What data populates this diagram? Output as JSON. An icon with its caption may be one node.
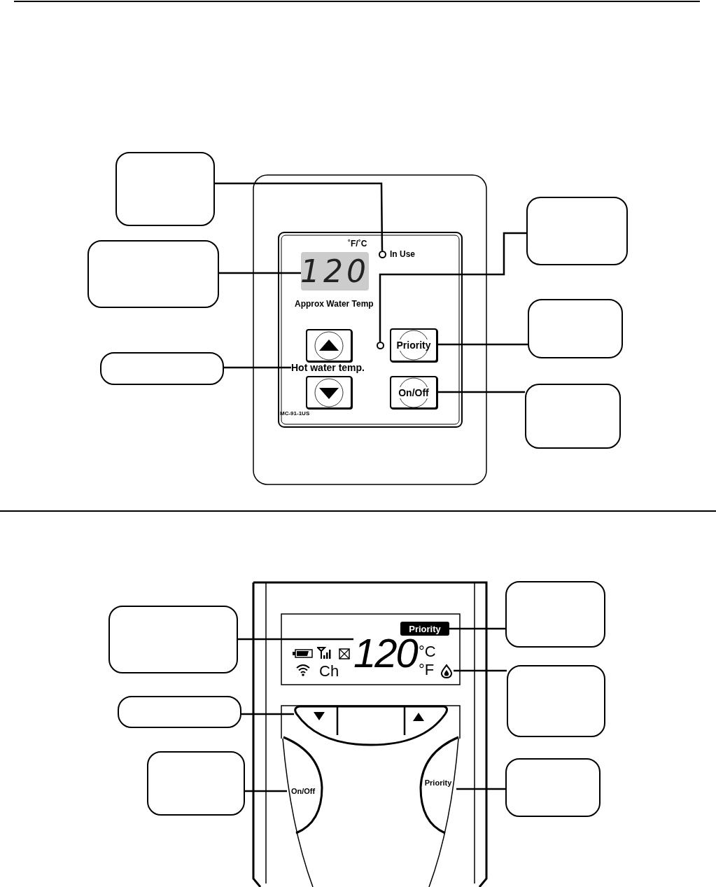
{
  "diagram": {
    "nodes": [
      {
        "text": [],
        "shape": "box"
      },
      {
        "text": [],
        "shape": "box"
      },
      {
        "text": [],
        "shape": "box"
      },
      {
        "text": [],
        "shape": "box"
      },
      {
        "text": [],
        "shape": "box"
      },
      {
        "text": [],
        "shape": "box"
      },
      {
        "text": [],
        "shape": "circle"
      },
      {
        "text": [
          "120"
        ]
      },
      {
        "text": [],
        "shape": "circle"
      },
      {
        "text": [
          "Hot water temp."
        ]
      },
      {
        "text": [
          "Priority"
        ]
      },
      {
        "text": [
          "On/Off"
        ]
      },
      {
        "text": [],
        "shape": "box"
      },
      {
        "text": [],
        "shape": "box"
      },
      {
        "text": [],
        "shape": "box"
      },
      {
        "text": [],
        "shape": "box"
      },
      {
        "text": [],
        "shape": "box"
      },
      {
        "text": [],
        "shape": "box"
      },
      {
        "text": [
          "Priority"
        ]
      },
      {
        "text": [
          "120"
        ]
      },
      {
        "text": [],
        "shape": "flame"
      },
      {
        "text": [],
        "shape": "button"
      },
      {
        "text": [
          "On/Off"
        ]
      },
      {
        "text": [
          "Priority"
        ]
      },
      {
        "text": [],
        "shape": "button"
      },
      {
        "text": [],
        "shape": "button"
      },
      {
        "text": [],
        "shape": "button"
      }
    ],
    "edges": [
      {
        "from": 0,
        "to": 6,
        "arrow": "none"
      },
      {
        "from": 2,
        "to": 7,
        "arrow": "none"
      },
      {
        "from": 4,
        "to": 9,
        "arrow": "none"
      },
      {
        "from": 1,
        "to": 8,
        "arrow": "none"
      },
      {
        "from": 3,
        "to": 10,
        "arrow": "none"
      },
      {
        "from": 5,
        "to": 11,
        "arrow": "none"
      },
      {
        "from": 13,
        "to": 19,
        "arrow": "none"
      },
      {
        "from": 15,
        "to": 21,
        "arrow": "none"
      },
      {
        "from": 16,
        "to": 22,
        "arrow": "none"
      },
      {
        "from": 12,
        "to": 18,
        "arrow": "none"
      },
      {
        "from": 14,
        "to": 20,
        "arrow": "none"
      },
      {
        "from": 17,
        "to": 23,
        "arrow": "none"
      }
    ],
    "labels": [
      "˚F/˚C",
      "In Use",
      "Approx Water Temp",
      "MC-91-1US",
      "Ch",
      "°C",
      "°F"
    ]
  }
}
